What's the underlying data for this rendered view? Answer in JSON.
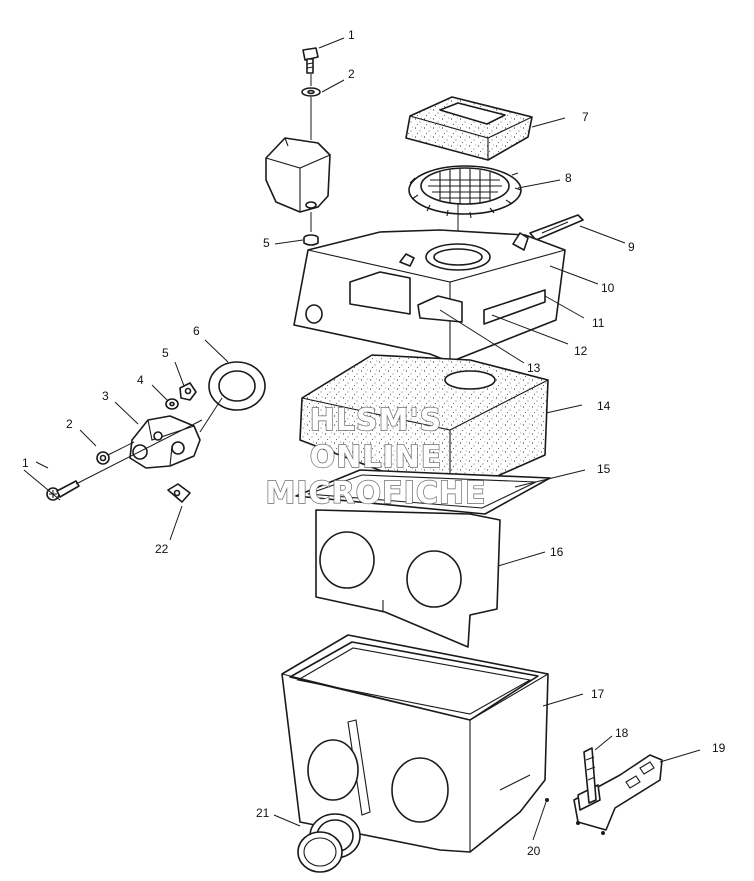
{
  "watermark": {
    "line1": "HLSM'S",
    "line2": "ONLINE",
    "line3": "MICROFICHE"
  },
  "callouts": {
    "c1": "1",
    "c2": "2",
    "c5": "5",
    "c7": "7",
    "c8": "8",
    "c9": "9",
    "c10": "10",
    "c11": "11",
    "c12": "12",
    "c13": "13",
    "c14": "14",
    "c15": "15",
    "c16": "16",
    "c17": "17",
    "c18": "18",
    "c19": "19",
    "c20": "20",
    "c21": "21",
    "c22": "22",
    "l1": "1",
    "l2": "2",
    "l3": "3",
    "l4": "4",
    "l5": "5",
    "l6": "6"
  }
}
